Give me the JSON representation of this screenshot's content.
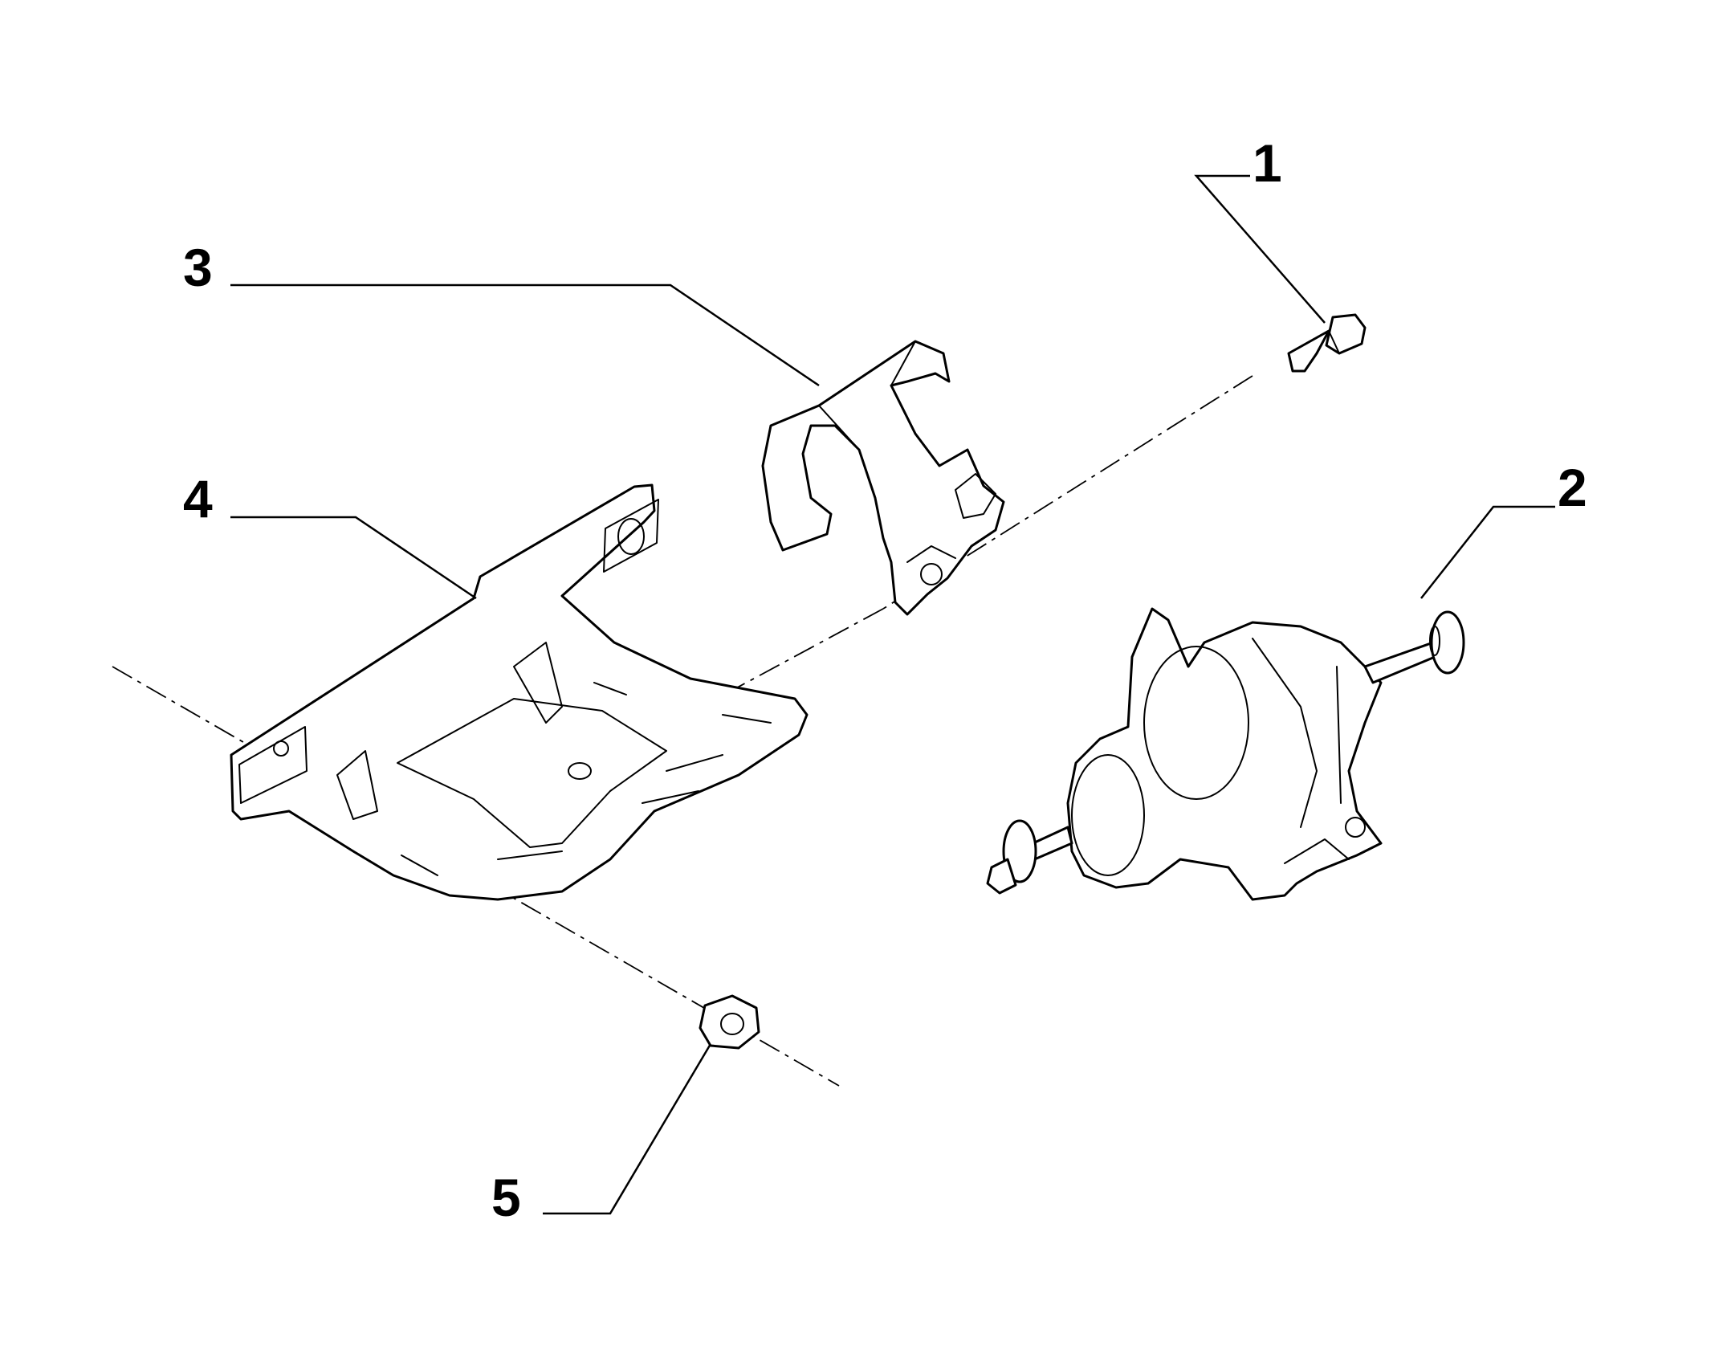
{
  "parts": [
    {
      "id": "1",
      "label": "1",
      "icon": "bolt-icon"
    },
    {
      "id": "2",
      "label": "2",
      "icon": "fuel-filter-icon"
    },
    {
      "id": "3",
      "label": "3",
      "icon": "clamp-bracket-icon"
    },
    {
      "id": "4",
      "label": "4",
      "icon": "support-plate-icon"
    },
    {
      "id": "5",
      "label": "5",
      "icon": "nut-icon"
    }
  ],
  "colors": {
    "line": "#000000",
    "background": "#ffffff"
  }
}
